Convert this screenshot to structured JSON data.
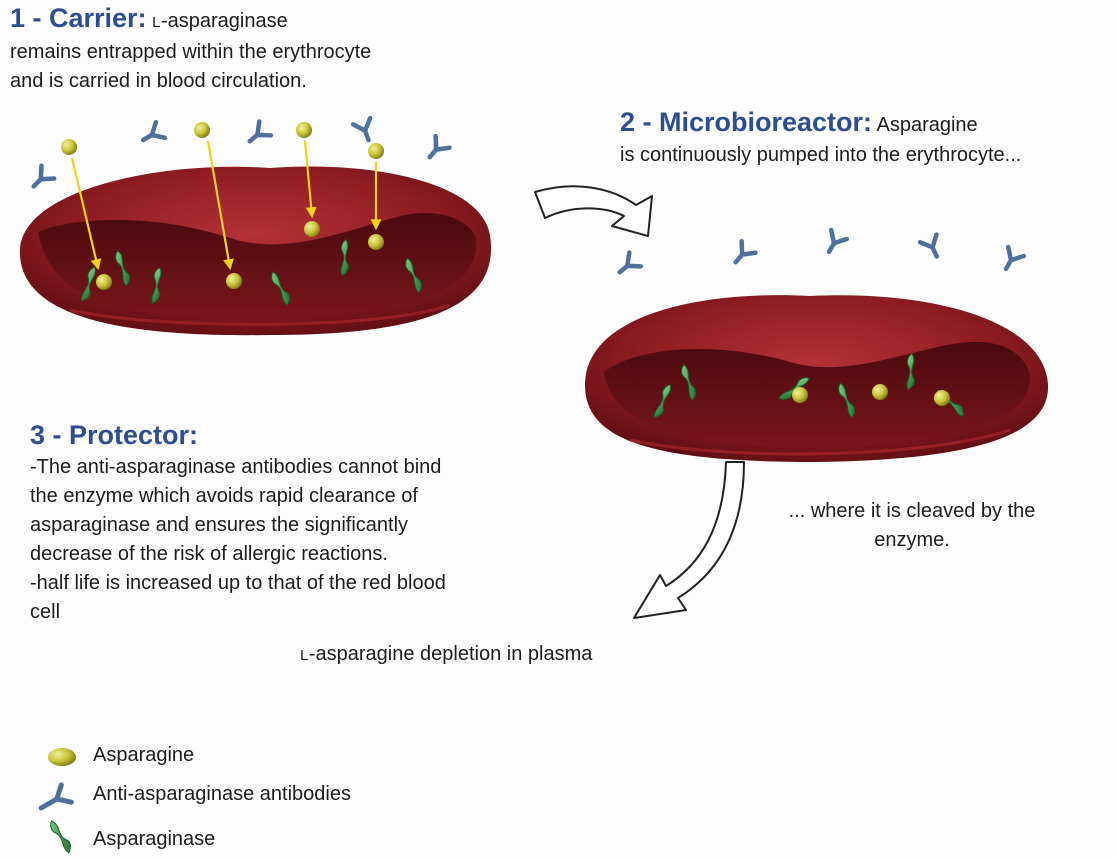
{
  "carrier": {
    "heading": "1 - Carrier:",
    "smallcap_prefix": "L",
    "line1_rest": "-asparaginase",
    "line2": "remains entrapped within the erythrocyte",
    "line3": "and is carried in blood circulation."
  },
  "microbioreactor": {
    "heading": "2 - Microbioreactor:",
    "line1_rest": "Asparagine",
    "line2": "is continuously pumped into the erythrocyte..."
  },
  "protector": {
    "heading": "3 - Protector:",
    "lines": [
      "-The anti-asparaginase antibodies cannot bind",
      "the enzyme which avoids rapid clearance of",
      "asparaginase and ensures the significantly",
      "decrease of the risk of allergic reactions.",
      "-half life is increased up to that of the red blood",
      "cell"
    ]
  },
  "cleaved": {
    "line1": "... where it is cleaved by the",
    "line2": "enzyme."
  },
  "depletion": {
    "smallcap_prefix": "L",
    "rest": "-asparagine depletion in plasma"
  },
  "legend": {
    "items": [
      {
        "label": "Asparagine",
        "icon": "asparagine-sphere-icon"
      },
      {
        "label": "Anti-asparaginase antibodies",
        "icon": "antibody-icon"
      },
      {
        "label": "Asparaginase",
        "icon": "asparaginase-enzyme-icon"
      }
    ]
  },
  "colors": {
    "heading": "#2e4d91",
    "cell_red": "#8e1c22",
    "asparagine_yellow": "#c9c43a",
    "antibody_blue": "#4f6f9c",
    "enzyme_green": "#2f8a3c",
    "arrow_yellow": "#f2d21b"
  }
}
